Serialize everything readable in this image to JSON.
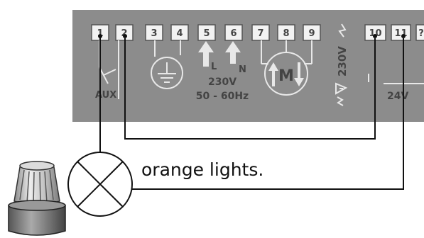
{
  "terminal_block": {
    "terminals": [
      {
        "id": 1,
        "label": "1"
      },
      {
        "id": 2,
        "label": "2"
      },
      {
        "id": 3,
        "label": "3"
      },
      {
        "id": 4,
        "label": "4"
      },
      {
        "id": 5,
        "label": "5"
      },
      {
        "id": 6,
        "label": "6"
      },
      {
        "id": 7,
        "label": "7"
      },
      {
        "id": 8,
        "label": "8"
      },
      {
        "id": 9,
        "label": "9"
      },
      {
        "id": 10,
        "label": "10"
      },
      {
        "id": 11,
        "label": "11"
      },
      {
        "id": 12,
        "label": "?"
      }
    ],
    "aux_label": "AUX",
    "live_label": "L",
    "neutral_label": "N",
    "motor_label": "M",
    "mains_voltage": "230V",
    "mains_frequency": "50 - 60Hz",
    "motor_side_voltage": "230V",
    "low_voltage_label": "24V"
  },
  "caption": "orange lights.",
  "colors": {
    "panel": "#8c8c8c",
    "terminal_fill": "#f2f2f2",
    "wire": "#111111",
    "panel_markings": "#e8e8e8"
  }
}
